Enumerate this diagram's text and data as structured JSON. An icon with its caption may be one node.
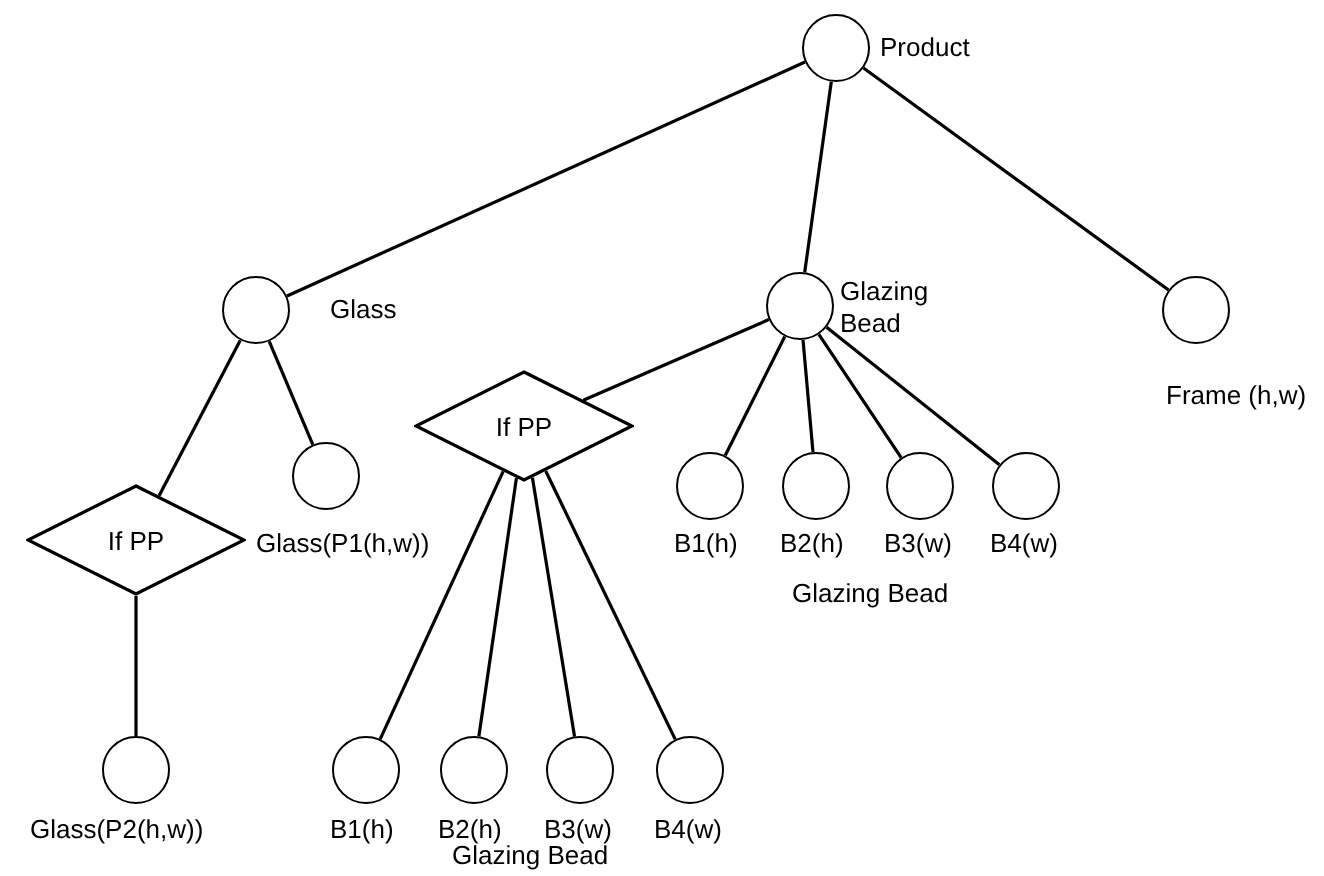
{
  "diagram": {
    "nodes": [
      {
        "text": [],
        "shape": "circle",
        "beside": [
          "Product"
        ]
      },
      {
        "text": [],
        "shape": "circle",
        "beside": [
          "Glass"
        ]
      },
      {
        "text": [],
        "shape": "circle",
        "beside": [
          "Glazing Bead"
        ]
      },
      {
        "text": [],
        "shape": "circle",
        "beside": [
          "Frame (h,w)"
        ]
      },
      {
        "text": [
          "If PP"
        ]
      },
      {
        "text": [],
        "shape": "circle",
        "beside": [
          "Glass(P1(h,w))"
        ]
      },
      {
        "text": [],
        "shape": "circle",
        "beside": [
          "Glass(P2(h,w))"
        ]
      },
      {
        "text": [
          "If PP"
        ]
      },
      {
        "text": [],
        "shape": "circle",
        "beside": [
          "B1(h)"
        ]
      },
      {
        "text": [],
        "shape": "circle",
        "beside": [
          "B2(h)"
        ]
      },
      {
        "text": [],
        "shape": "circle",
        "beside": [
          "B3(w)"
        ]
      },
      {
        "text": [],
        "shape": "circle",
        "beside": [
          "B4(w)"
        ]
      },
      {
        "text": [],
        "shape": "circle",
        "beside": [
          "B1(h)"
        ]
      },
      {
        "text": [],
        "shape": "circle",
        "beside": [
          "B2(h)"
        ]
      },
      {
        "text": [],
        "shape": "circle",
        "beside": [
          "B3(w)"
        ]
      },
      {
        "text": [],
        "shape": "circle",
        "beside": [
          "B4(w)"
        ]
      }
    ],
    "edges": [
      {
        "from": 0,
        "to": 1,
        "arrow": "none"
      },
      {
        "from": 0,
        "to": 2,
        "arrow": "none"
      },
      {
        "from": 0,
        "to": 3,
        "arrow": "none"
      },
      {
        "from": 1,
        "to": 4,
        "arrow": "none"
      },
      {
        "from": 1,
        "to": 5,
        "arrow": "none"
      },
      {
        "from": 4,
        "to": 6,
        "arrow": "none"
      },
      {
        "from": 2,
        "to": 7,
        "arrow": "none"
      },
      {
        "from": 2,
        "to": 8,
        "arrow": "none"
      },
      {
        "from": 2,
        "to": 9,
        "arrow": "none"
      },
      {
        "from": 2,
        "to": 10,
        "arrow": "none"
      },
      {
        "from": 2,
        "to": 11,
        "arrow": "none"
      },
      {
        "from": 7,
        "to": 12,
        "arrow": "none"
      },
      {
        "from": 7,
        "to": 13,
        "arrow": "none"
      },
      {
        "from": 7,
        "to": 14,
        "arrow": "none"
      },
      {
        "from": 7,
        "to": 15,
        "arrow": "none"
      }
    ],
    "labels": [
      "Glazing Bead",
      "Glazing Bead"
    ]
  }
}
